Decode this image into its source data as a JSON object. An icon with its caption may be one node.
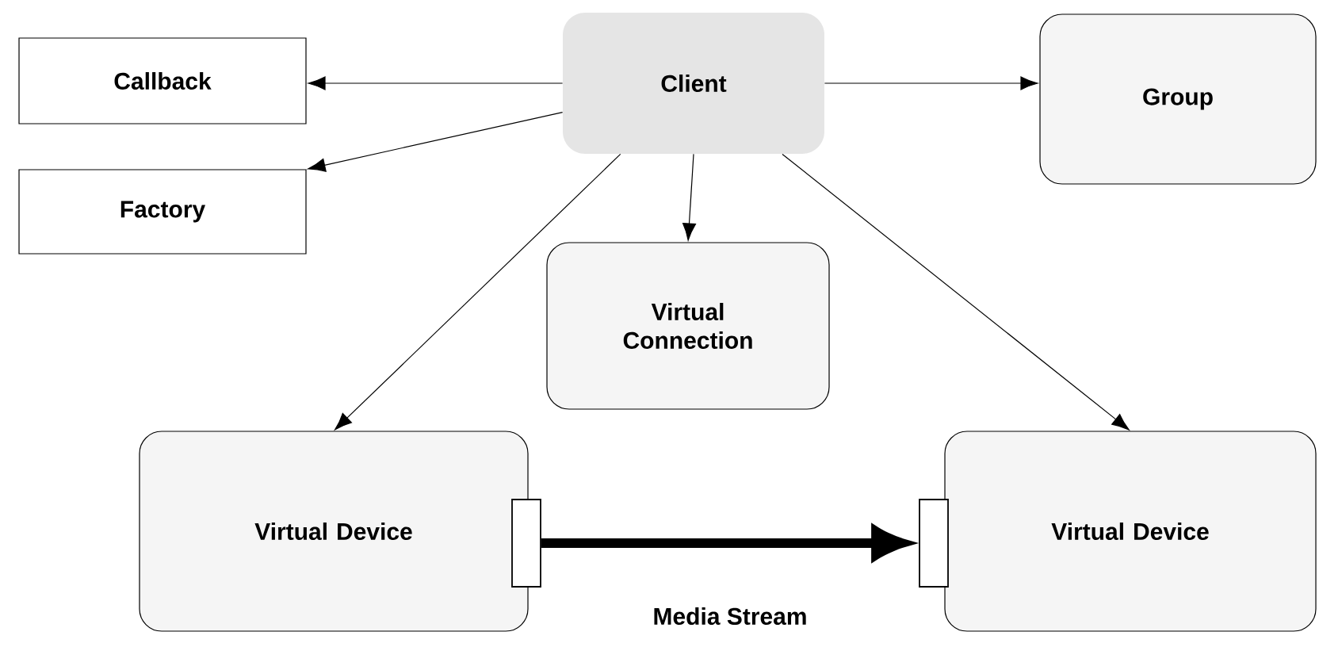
{
  "diagram": {
    "nodes": [
      {
        "text": [
          "Client"
        ]
      },
      {
        "text": [
          "Callback"
        ]
      },
      {
        "text": [
          "Factory"
        ]
      },
      {
        "text": [
          "Group"
        ]
      },
      {
        "text": [
          "Virtual Connection"
        ]
      },
      {
        "text": [
          "Virtual Device"
        ]
      },
      {
        "text": [
          "Virtual Device"
        ]
      },
      {
        "text": [],
        "shape": "box"
      },
      {
        "text": [],
        "shape": "box"
      }
    ],
    "edges": [
      {
        "from": 0,
        "to": 1,
        "arrow": "to"
      },
      {
        "from": 0,
        "to": 2,
        "arrow": "to"
      },
      {
        "from": 0,
        "to": 3,
        "arrow": "to"
      },
      {
        "from": 0,
        "to": 4,
        "arrow": "to"
      },
      {
        "from": 0,
        "to": 5,
        "arrow": "to"
      },
      {
        "from": 0,
        "to": 6,
        "arrow": "to"
      },
      {
        "from": 7,
        "to": 8,
        "arrow": "to",
        "style": "thick",
        "label": "Media Stream"
      }
    ]
  }
}
